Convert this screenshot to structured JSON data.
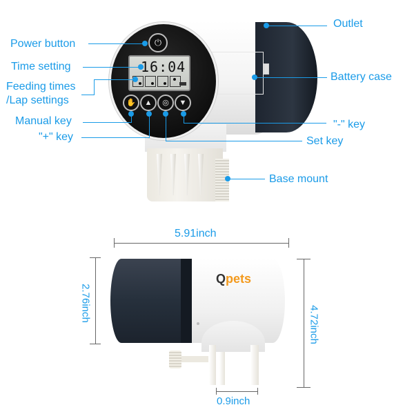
{
  "top_view": {
    "lcd": {
      "time": "16:04",
      "slots": 4
    },
    "keys": {
      "power": "⏻",
      "manual": "✋",
      "plus": "▲",
      "set": "◎",
      "minus": "▼"
    },
    "callouts": {
      "power_button": "Power button",
      "time_setting": "Time setting",
      "feeding_times_1": "Feeding times",
      "feeding_times_2": "/Lap settings",
      "manual_key": "Manual key",
      "plus_key": "\"+\" key",
      "outlet": "Outlet",
      "battery_case": "Battery case",
      "minus_key": "\"-\" key",
      "set_key": "Set key",
      "base_mount": "Base mount"
    }
  },
  "side_view": {
    "brand_logo": {
      "prefix": "Q",
      "text": "pets"
    },
    "dimensions": {
      "length": "5.91inch",
      "hopper_height": "2.76inch",
      "total_height": "4.72inch",
      "clamp_width": "0.9inch"
    }
  },
  "colors": {
    "callout": "#1a9be8",
    "dimension_line": "#666666",
    "logo": "#f39a1e",
    "hopper": "#1e2530"
  }
}
